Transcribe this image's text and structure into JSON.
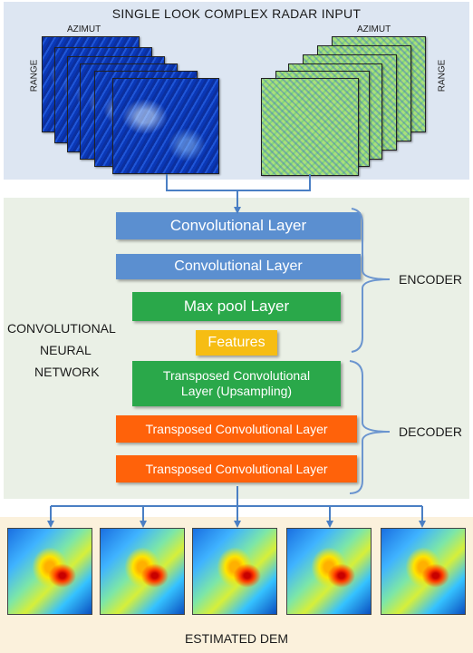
{
  "input": {
    "title": "SINGLE LOOK COMPLEX RADAR INPUT",
    "azimut_label": "AZIMUT",
    "range_label": "RANGE"
  },
  "cnn": {
    "name_lines": [
      "CONVOLUTIONAL",
      "NEURAL",
      "NETWORK"
    ],
    "layers": [
      {
        "label": "Convolutional Layer",
        "color": "#5b8fd0"
      },
      {
        "label": "Convolutional Layer",
        "color": "#5b8fd0"
      },
      {
        "label": "Max pool Layer",
        "color": "#2aa84a"
      },
      {
        "label": "Features",
        "color": "#f6bd13"
      },
      {
        "label_lines": [
          "Transposed Convolutional",
          "Layer (Upsampling)"
        ],
        "color": "#2aa84a"
      },
      {
        "label": "Transposed Convolutional Layer",
        "color": "#ff620a"
      },
      {
        "label": "Transposed Convolutional Layer",
        "color": "#ff620a"
      }
    ],
    "encoder_label": "ENCODER",
    "decoder_label": "DECODER"
  },
  "output": {
    "title": "ESTIMATED DEM",
    "tile_count": 5
  },
  "colors": {
    "arrow": "#4a7fc4",
    "bracket": "#6b95cf"
  }
}
